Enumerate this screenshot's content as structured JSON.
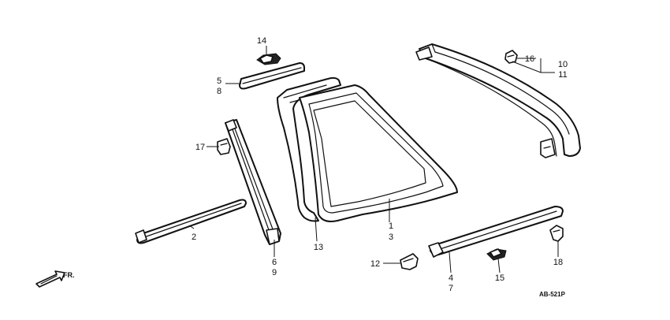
{
  "callouts": {
    "c14": "14",
    "c5": "5",
    "c8": "8",
    "c16": "16",
    "c10": "10",
    "c11": "11",
    "c17": "17",
    "c1": "1",
    "c3": "3",
    "c2": "2",
    "c13": "13",
    "c6": "6",
    "c9": "9",
    "c12": "12",
    "c4": "4",
    "c7": "7",
    "c15": "15",
    "c18": "18"
  },
  "direction": {
    "label": "FR."
  },
  "diagram_code": "AB-521P"
}
